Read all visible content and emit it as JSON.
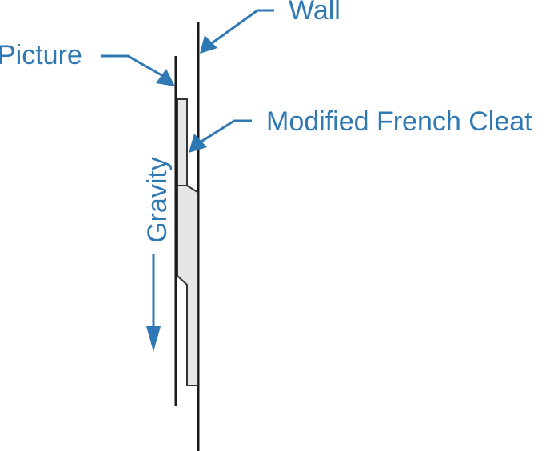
{
  "labels": {
    "wall": "Wall",
    "picture": "Picture",
    "cleat": "Modified French Cleat",
    "gravity": "Gravity"
  },
  "colors": {
    "accent": "#2e78b4",
    "line": "#1a1a1a",
    "cleat_fill": "#e6e6e6"
  }
}
